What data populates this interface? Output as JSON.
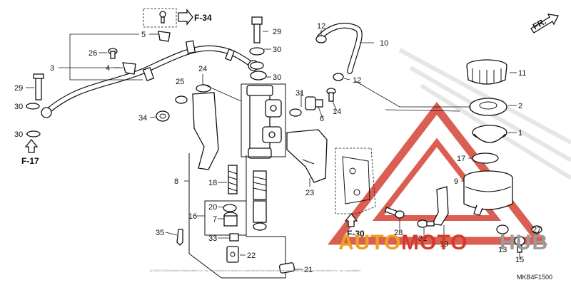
{
  "diagram": {
    "title_code": "MKB4F1500",
    "copyright": "(c) 2002-2015 American Honda Motor Co., Inc. Reproduction in whole or in part without the express written permission of American Honda Motor Co., Inc. is prohibited",
    "direction_label": "FR.",
    "refs": {
      "f34": "F-34",
      "f17": "F-17",
      "f30": "F-30"
    },
    "callouts": {
      "c1": "1",
      "c2": "2",
      "c3": "3",
      "c4": "4",
      "c5": "5",
      "c6": "6",
      "c7": "7",
      "c8": "8",
      "c9": "9",
      "c10": "10",
      "c11": "11",
      "c12a": "12",
      "c12b": "12",
      "c13": "13",
      "c14": "14",
      "c15": "15",
      "c16": "16",
      "c17": "17",
      "c18": "18",
      "c19": "19",
      "c20": "20",
      "c21": "21",
      "c22": "22",
      "c23": "23",
      "c24": "24",
      "c25": "25",
      "c26": "26",
      "c27": "27",
      "c28": "28",
      "c29a": "29",
      "c29b": "29",
      "c30a": "30",
      "c30b": "30",
      "c30c": "30",
      "c30d": "30",
      "c31": "31",
      "c32": "32",
      "c33": "33",
      "c34": "34",
      "c35": "35"
    }
  },
  "watermark": {
    "text_orange": "AUTO",
    "text_red": "MOTO",
    "text_gray": "HUB",
    "colors": {
      "orange": "#f0a020",
      "red": "#d33a2c",
      "gray": "#9a9a9a"
    }
  }
}
